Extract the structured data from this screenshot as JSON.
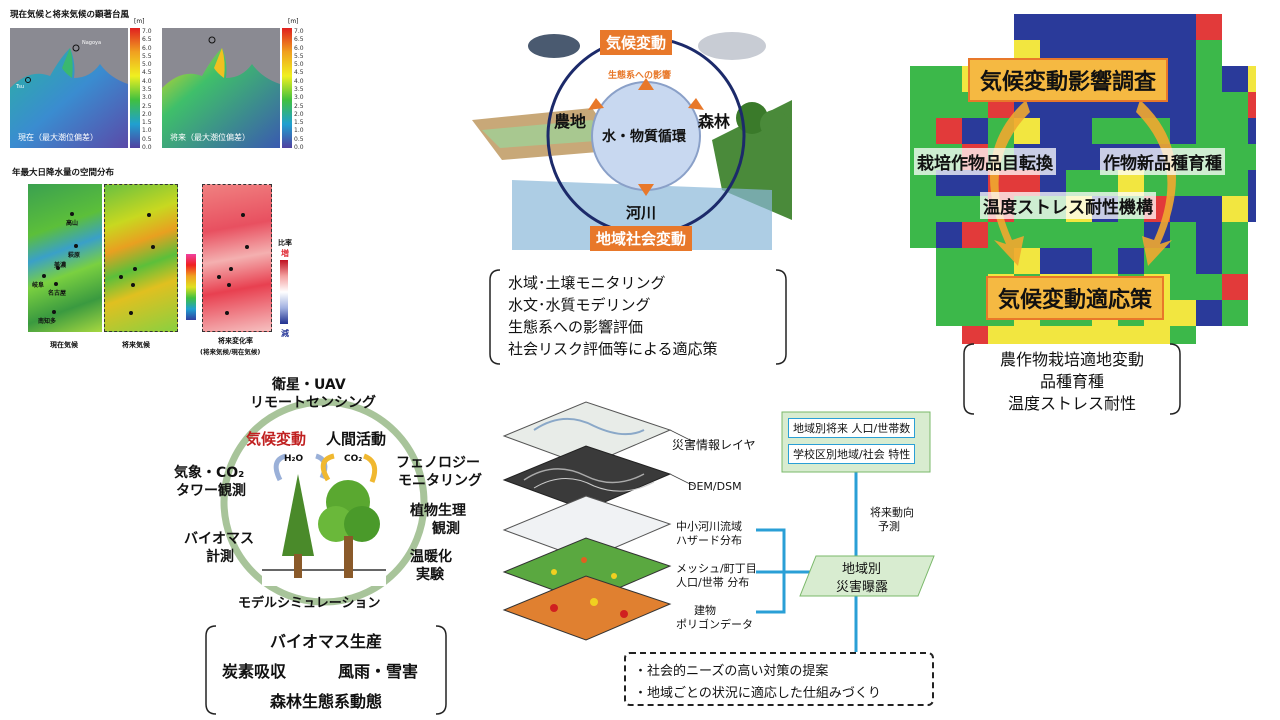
{
  "panel_a": {
    "title": "現在気候と将来気候の顕著台風",
    "unit_label": "[m]",
    "map_labels": [
      "Nagoya",
      "Tsu"
    ],
    "current_caption": "現在（最大潮位偏差）",
    "future_caption": "将来（最大潮位偏差）",
    "scale_values": [
      "7.0",
      "6.5",
      "6.0",
      "5.5",
      "5.0",
      "4.5",
      "4.0",
      "3.5",
      "3.0",
      "2.5",
      "2.0",
      "1.5",
      "1.0",
      "0.5",
      "0.0"
    ],
    "colors": {
      "sea_current": "#3aa0c8",
      "sea_future": "#3fbf6a",
      "land": "#8a8a92"
    }
  },
  "panel_b": {
    "title": "年最大日降水量の空間分布",
    "cities": [
      "高山",
      "萩原",
      "美濃",
      "岐阜",
      "名古屋",
      "南知多"
    ],
    "current_caption": "現在気候",
    "future_caption": "将来気候",
    "ratio_caption_1": "将来変化率",
    "ratio_caption_2": "(将来気候/現在気候)",
    "ratio_title": "比率",
    "ratio_up": "増",
    "ratio_down": "減",
    "colors": {
      "increase": "#e0303a",
      "decrease": "#2a3a9a"
    }
  },
  "panel_c": {
    "top_label": "気候変動",
    "eco_label": "生態系への影響",
    "left_label": "農地",
    "right_label": "森林",
    "center_label": "水・物質循環",
    "river_label": "河川",
    "bottom_label": "地域社会変動",
    "bracket_lines": [
      "水域･土壌モニタリング",
      "水文･水質モデリング",
      "生態系への影響評価",
      "社会リスク評価等による適応策"
    ],
    "colors": {
      "orange": "#e8782a",
      "ring": "#1c2a6a"
    }
  },
  "panel_d": {
    "title_top": "気候変動影響調査",
    "left_label": "栽培作物品目転換",
    "right_label": "作物新品種育種",
    "middle_label": "温度ストレス耐性機構",
    "title_bottom": "気候変動適応策",
    "bracket_lines": [
      "農作物栽培適地変動",
      "品種育種",
      "温度ストレス耐性"
    ],
    "colors": {
      "green": "#3cb84a",
      "blue": "#2a3a9a",
      "yellow": "#f2e640",
      "red": "#e23a3a",
      "title_bg": "#f5b942"
    }
  },
  "panel_e": {
    "top_label_1": "衛星・UAV",
    "top_label_2": "リモートセンシング",
    "climate_label": "気候変動",
    "human_label": "人間活動",
    "h2o_label": "H₂O",
    "co2_label": "CO₂",
    "left_top_1": "気象・CO₂",
    "left_top_2": "タワー観測",
    "left_mid_1": "バイオマス",
    "left_mid_2": "計測",
    "right_1a": "フェノロジー",
    "right_1b": "モニタリング",
    "right_2a": "植物生理",
    "right_2b": "観測",
    "right_3a": "温暖化",
    "right_3b": "実験",
    "bottom_label": "モデルシミュレーション",
    "bracket_line_1": "バイオマス生産",
    "bracket_line_2a": "炭素吸収",
    "bracket_line_2b": "風雨・雪害",
    "bracket_line_3": "森林生態系動態",
    "colors": {
      "ring": "#a8c49a",
      "climate_red": "#c02020"
    }
  },
  "panel_f": {
    "layer_1": "災害情報レイヤ",
    "layer_2": "DEM/DSM",
    "layer_3a": "中小河川流域",
    "layer_3b": "ハザード分布",
    "layer_4a": "メッシュ/町丁目",
    "layer_4b": "人口/世帯 分布",
    "layer_5a": "建物",
    "layer_5b": "ポリゴンデータ",
    "box_1": "地域別将来 人口/世帯数",
    "box_2": "学校区別地域/社会 特性",
    "forecast_1": "将来動向",
    "forecast_2": "予測",
    "exposure_1": "地域別",
    "exposure_2": "災害曝露",
    "dashed_1": "・社会的ニーズの高い対策の提案",
    "dashed_2": "・地域ごとの状況に適応した仕組みづくり",
    "colors": {
      "box_bg": "#d8ecd0",
      "box_border": "#2a9fd6",
      "arrow": "#2a9fd6"
    }
  }
}
